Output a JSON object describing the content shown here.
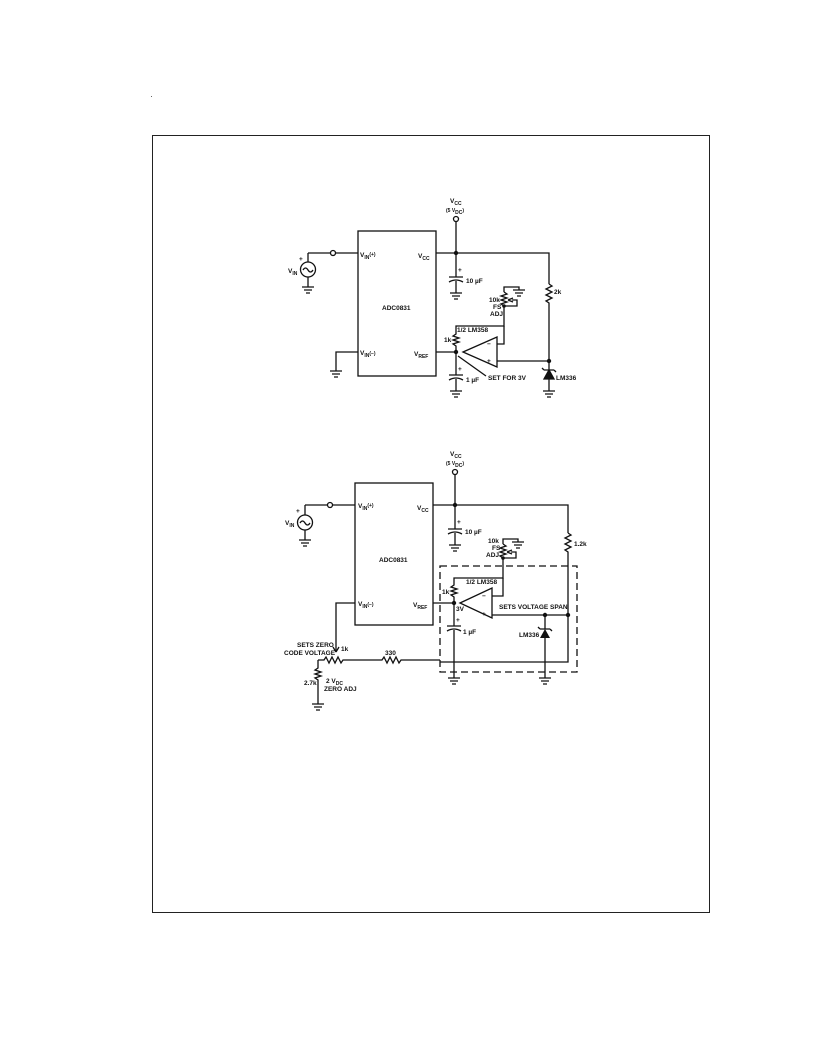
{
  "circuit1": {
    "vcc_label": "V",
    "vcc_sub": "CC",
    "vcc_value": "(5 V",
    "vcc_value_sub": "DC",
    "vcc_value_close": ")",
    "chip_name": "ADC0831",
    "pin_vin_plus": "V",
    "pin_vin_plus_sub": "IN",
    "pin_vin_plus_suffix": "(+)",
    "pin_vin_minus": "V",
    "pin_vin_minus_sub": "IN",
    "pin_vin_minus_suffix": "(−)",
    "pin_vcc": "V",
    "pin_vcc_sub": "CC",
    "pin_vref": "V",
    "pin_vref_sub": "REF",
    "source_label": "V",
    "source_label_sub": "IN",
    "source_plus": "+",
    "cap_top": "10 µF",
    "cap_top_plus": "+",
    "cap_bottom": "1 µF",
    "cap_bottom_plus": "+",
    "pot_label_1": "10k",
    "pot_label_2": "FS",
    "pot_label_3": "ADJ",
    "res_feedback": "1k",
    "opamp_label": "1/2 LM358",
    "res_pullup": "2k",
    "zener": "LM336",
    "note_set": "SET FOR 3V",
    "opamp_minus": "−",
    "opamp_plus": "+"
  },
  "circuit2": {
    "vcc_label": "V",
    "vcc_sub": "CC",
    "vcc_value": "(5 V",
    "vcc_value_sub": "DC",
    "vcc_value_close": ")",
    "chip_name": "ADC0831",
    "pin_vin_plus": "V",
    "pin_vin_plus_sub": "IN",
    "pin_vin_plus_suffix": "(+)",
    "pin_vin_minus": "V",
    "pin_vin_minus_sub": "IN",
    "pin_vin_minus_suffix": "(−)",
    "pin_vcc": "V",
    "pin_vcc_sub": "CC",
    "pin_vref": "V",
    "pin_vref_sub": "REF",
    "source_label": "V",
    "source_label_sub": "IN",
    "source_plus": "+",
    "cap_top": "10 µF",
    "cap_top_plus": "+",
    "cap_bottom": "1 µF",
    "cap_bottom_plus": "+",
    "pot_label_1": "10k",
    "pot_label_2": "FS",
    "pot_label_3": "ADJ",
    "res_feedback": "1k",
    "opamp_label": "1/2 LM358",
    "res_pullup": "1.2k",
    "zener": "LM336",
    "node_3v": "3V",
    "note_span": "SETS VOLTAGE SPAN",
    "note_zero_1": "SETS ZERO",
    "note_zero_2": "CODE VOLTAGE",
    "res_330": "330",
    "zero_pot": "1k",
    "res_27k": "2.7k",
    "zero_adj_1": "2 V",
    "zero_adj_1_sub": "DC",
    "zero_adj_2": "ZERO ADJ",
    "opamp_minus": "−",
    "opamp_plus": "+"
  }
}
